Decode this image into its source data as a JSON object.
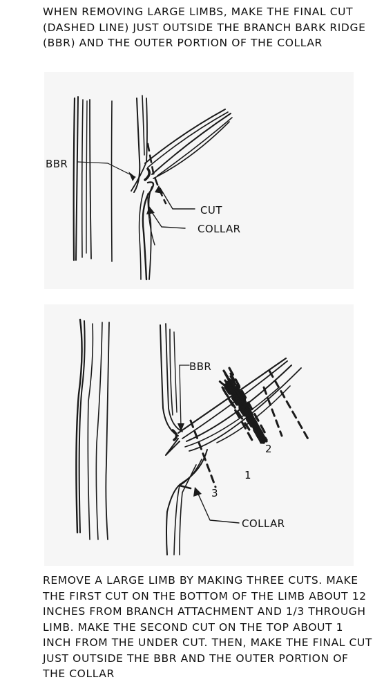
{
  "captions": {
    "top": "WHEN REMOVING LARGE LIMBS, MAKE THE FINAL CUT (DASHED LINE) JUST OUTSIDE THE BRANCH BARK RIDGE (BBR) AND THE OUTER PORTION OF THE COLLAR",
    "bottom": "REMOVE A LARGE LIMB BY MAKING THREE CUTS. MAKE THE FIRST CUT ON THE BOTTOM OF THE LIMB ABOUT 12 INCHES FROM BRANCH ATTACHMENT AND 1/3 THROUGH LIMB. MAKE THE SECOND CUT ON THE TOP ABOUT 1 INCH FROM THE UNDER CUT. THEN, MAKE THE FINAL CUT JUST OUTSIDE THE BBR AND THE OUTER PORTION OF THE COLLAR"
  },
  "diagram1": {
    "labels": {
      "bbr": "BBR",
      "cut": "CUT",
      "collar": "COLLAR"
    }
  },
  "diagram2": {
    "labels": {
      "bbr": "BBR",
      "collar": "COLLAR",
      "cut1": "1",
      "cut2": "2",
      "cut3": "3"
    }
  }
}
